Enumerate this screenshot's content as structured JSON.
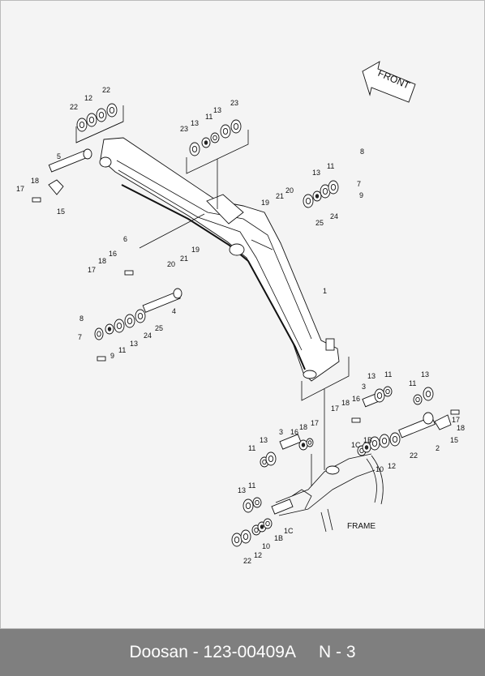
{
  "footer": {
    "text": "Doosan - 123-00409A     N - 3"
  },
  "diagram": {
    "front_label": "FRONT",
    "frame_label": "FRAME",
    "callouts": [
      "22",
      "12",
      "5",
      "18",
      "17",
      "15",
      "23",
      "13",
      "11",
      "8",
      "7",
      "9",
      "21",
      "20",
      "19",
      "25",
      "24",
      "6",
      "16",
      "1",
      "4",
      "3",
      "1C",
      "1B",
      "10",
      "2"
    ]
  }
}
